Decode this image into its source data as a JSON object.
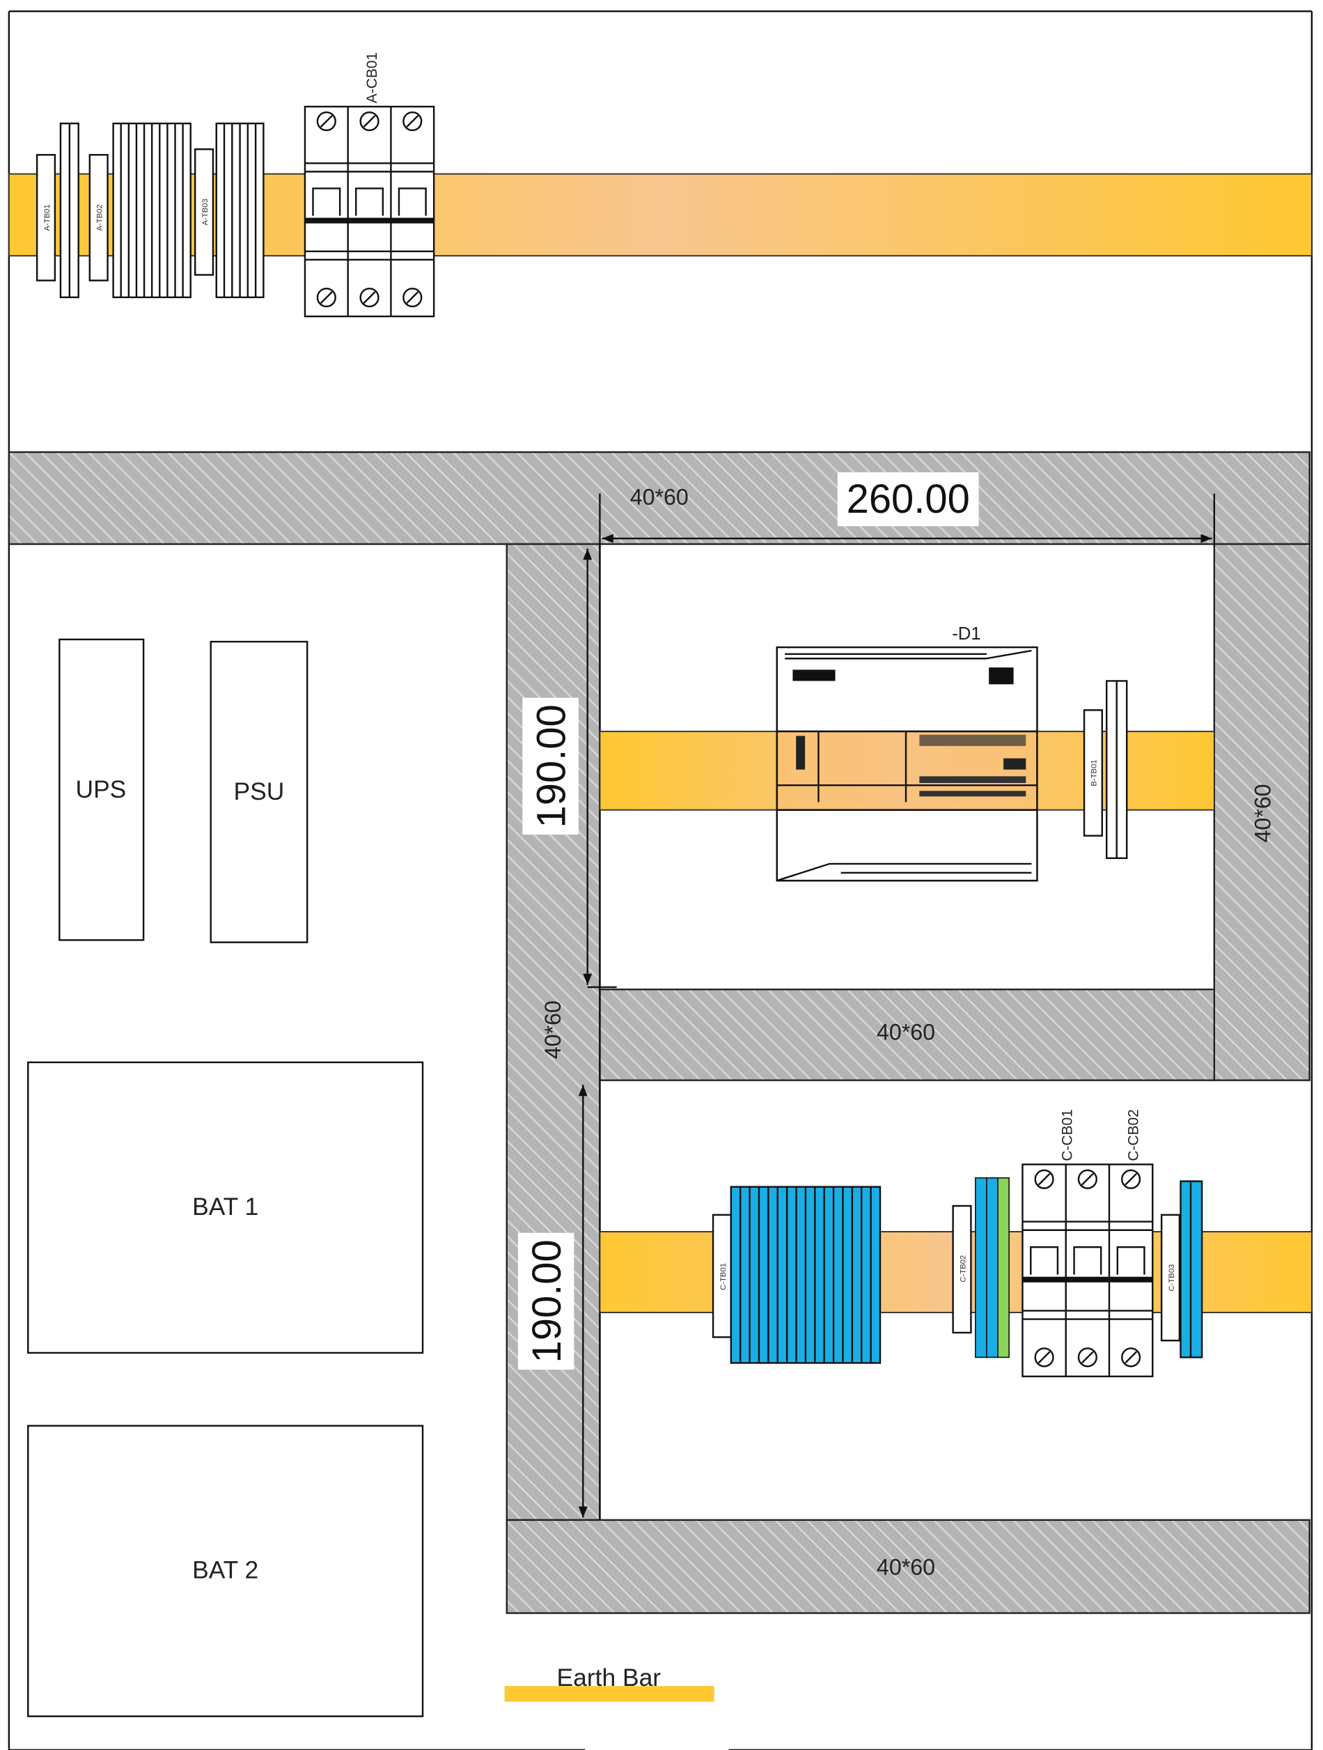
{
  "colors": {
    "rail": "#FFC832",
    "rail_center": "#F8C58E",
    "duct": "#b4b4b4",
    "terminal_blue": "#1AAEE6",
    "terminal_green": "#8CD35A"
  },
  "top_section": {
    "terminals": [
      "A-TB01",
      "A-TB02",
      "A-TB03"
    ],
    "breaker": "A-CB01"
  },
  "ducts": {
    "size_label": "40*60"
  },
  "dimensions": {
    "width": "260.00",
    "height_upper": "190.00",
    "height_lower": "190.00"
  },
  "middle_section": {
    "device": "-D1",
    "terminal": "B-TB01"
  },
  "lower_section": {
    "terminals": [
      "C-TB01",
      "C-TB02",
      "C-TB03"
    ],
    "breakers": [
      "C-CB01",
      "C-CB02"
    ]
  },
  "components": {
    "ups": "UPS",
    "psu": "PSU",
    "bat1": "BAT 1",
    "bat2": "BAT 2"
  },
  "legend": {
    "earth_bar": "Earth Bar"
  }
}
